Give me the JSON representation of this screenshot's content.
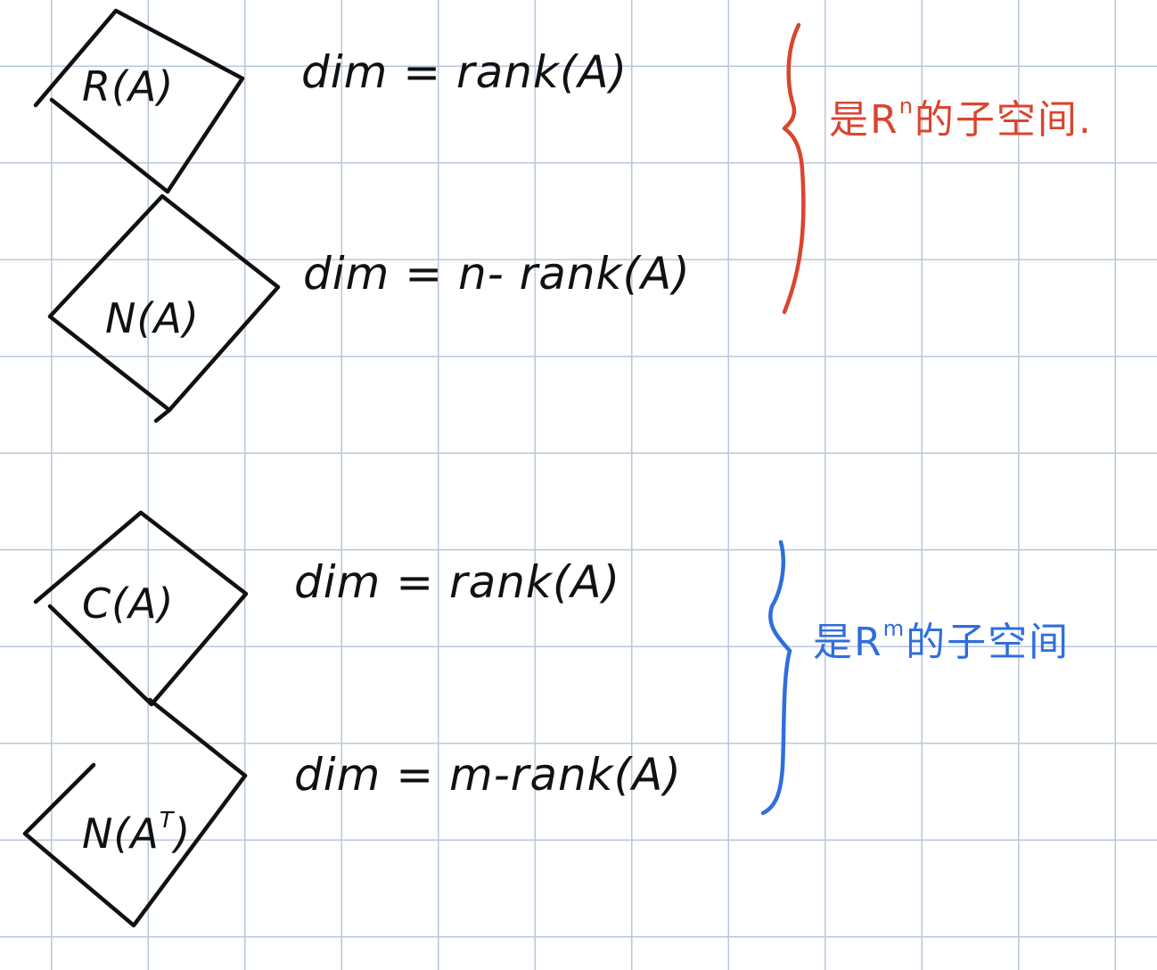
{
  "colors": {
    "ink": "#111111",
    "red_ink": "#d9452f",
    "blue_ink": "#2f6fdc",
    "grid": "#b9c7dc"
  },
  "group1": {
    "top_space": "R(A)",
    "top_dim": "dim = rank(A)",
    "bottom_space": "N(A)",
    "bottom_dim": "dim = n- rank(A)",
    "note_prefix": "是",
    "note_R": "R",
    "note_exp": "n",
    "note_suffix": "的子空间."
  },
  "group2": {
    "top_space": "C(A)",
    "top_dim": "dim = rank(A)",
    "bottom_space_base": "N(A",
    "bottom_space_sup": "T",
    "bottom_space_close": ")",
    "bottom_dim": "dim = m-rank(A)",
    "note_prefix": "是",
    "note_R": "R",
    "note_exp": "m",
    "note_suffix": "的子空间"
  }
}
